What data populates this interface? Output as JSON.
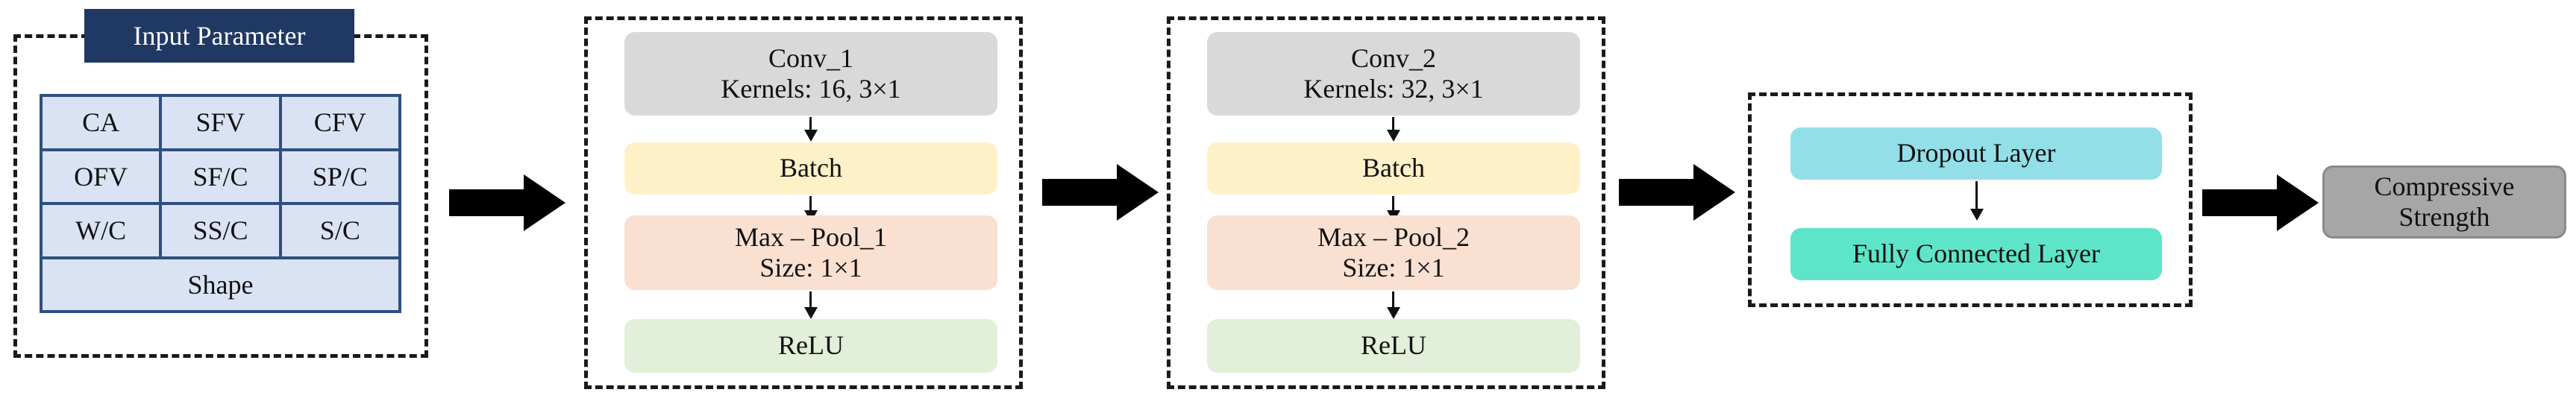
{
  "input_block": {
    "title": "Input Parameter",
    "cells": [
      [
        "CA",
        "SFV",
        "CFV"
      ],
      [
        "OFV",
        "SF/C",
        "SP/C"
      ],
      [
        "W/C",
        "SS/C",
        "S/C"
      ]
    ],
    "footer_cell": "Shape"
  },
  "conv_block_1": {
    "conv_title": "Conv_1",
    "conv_kernels": "Kernels: 16,  3×1",
    "batch": "Batch",
    "pool_title": "Max – Pool_1",
    "pool_size": "Size: 1×1",
    "relu": "ReLU"
  },
  "conv_block_2": {
    "conv_title": "Conv_2",
    "conv_kernels": "Kernels: 32,  3×1",
    "batch": "Batch",
    "pool_title": "Max – Pool_2",
    "pool_size": "Size: 1×1",
    "relu": "ReLU"
  },
  "dense_block": {
    "dropout": "Dropout Layer",
    "fully_connected": "Fully Connected Layer"
  },
  "output": {
    "line1": "Compressive",
    "line2": "Strength"
  },
  "colors": {
    "title_tab": "#1f3864",
    "grid_fill": "#dae3f3",
    "conv": "#d9d9d9",
    "batch": "#fff1c7",
    "pool": "#f9e0d1",
    "relu": "#e2efd9",
    "dropout": "#92dfe8",
    "fully_connected": "#5ee5c9",
    "output": "#a6a6a6"
  }
}
